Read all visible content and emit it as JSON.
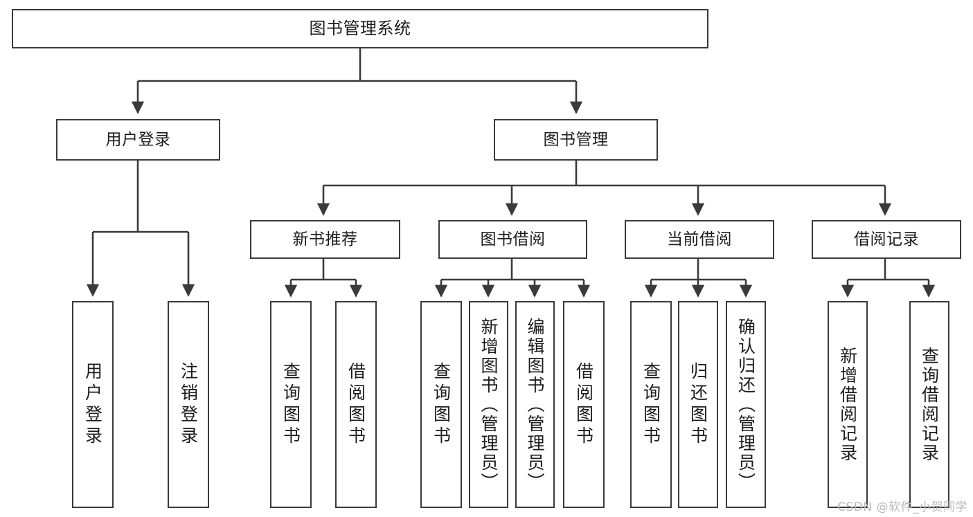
{
  "diagram": {
    "type": "tree",
    "title": "图书管理系统",
    "watermark": "CSDN @软件_小贺同学",
    "colors": {
      "box_border": "#3a3a3a",
      "box_fill": "#ffffff",
      "connector": "#3a3a3a",
      "text": "#1c1c1c",
      "watermark": "#b9b9b9"
    },
    "root": {
      "label": "图书管理系统"
    },
    "level2": [
      {
        "label": "用户登录"
      },
      {
        "label": "图书管理"
      }
    ],
    "level3": [
      {
        "label": "新书推荐"
      },
      {
        "label": "图书借阅"
      },
      {
        "label": "当前借阅"
      },
      {
        "label": "借阅记录"
      }
    ],
    "leaves": {
      "user_login": [
        {
          "label": "用户登录"
        },
        {
          "label": "注销登录"
        }
      ],
      "new_book_recommend": [
        {
          "label": "查询图书"
        },
        {
          "label": "借阅图书"
        }
      ],
      "book_borrow": [
        {
          "label": "查询图书"
        },
        {
          "label": "新增图书（管理员）"
        },
        {
          "label": "编辑图书（管理员）"
        },
        {
          "label": "借阅图书"
        }
      ],
      "current_borrow": [
        {
          "label": "查询图书"
        },
        {
          "label": "归还图书"
        },
        {
          "label": "确认归还（管理员）"
        }
      ],
      "borrow_record": [
        {
          "label": "新增借阅记录"
        },
        {
          "label": "查询借阅记录"
        }
      ]
    }
  }
}
